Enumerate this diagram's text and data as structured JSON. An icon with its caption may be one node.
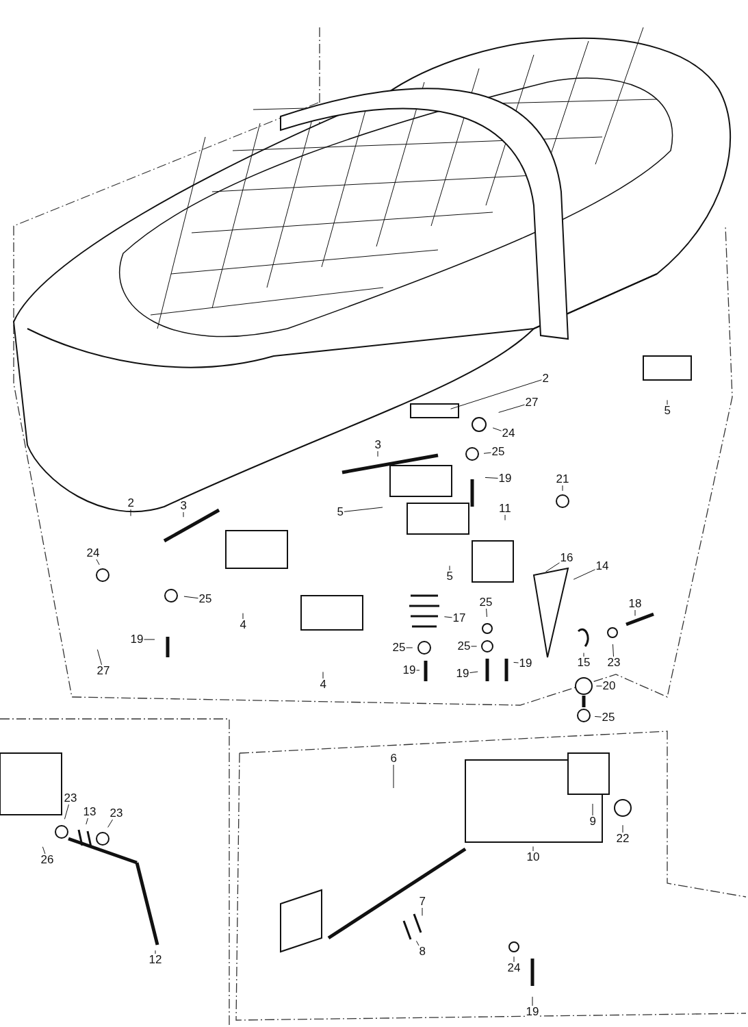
{
  "diagram": {
    "nodes": [
      {
        "text": [
          "2"
        ]
      },
      {
        "text": [
          "27"
        ]
      },
      {
        "text": [
          "5"
        ]
      },
      {
        "text": [
          "24"
        ]
      },
      {
        "text": [
          "3"
        ]
      },
      {
        "text": [
          "25"
        ]
      },
      {
        "text": [
          "19"
        ]
      },
      {
        "text": [
          "21"
        ]
      },
      {
        "text": [
          "2"
        ]
      },
      {
        "text": [
          "3"
        ]
      },
      {
        "text": [
          "5"
        ]
      },
      {
        "text": [
          "11"
        ]
      },
      {
        "text": [
          "24"
        ]
      },
      {
        "text": [
          "16"
        ]
      },
      {
        "text": [
          "14"
        ]
      },
      {
        "text": [
          "5"
        ]
      },
      {
        "text": [
          "25"
        ]
      },
      {
        "text": [
          "17"
        ]
      },
      {
        "text": [
          "25"
        ]
      },
      {
        "text": [
          "18"
        ]
      },
      {
        "text": [
          "4"
        ]
      },
      {
        "text": [
          "19"
        ]
      },
      {
        "text": [
          "27"
        ]
      },
      {
        "text": [
          "25"
        ]
      },
      {
        "text": [
          "25"
        ]
      },
      {
        "text": [
          "15"
        ]
      },
      {
        "text": [
          "23"
        ]
      },
      {
        "text": [
          "19"
        ]
      },
      {
        "text": [
          "19"
        ]
      },
      {
        "text": [
          "19"
        ]
      },
      {
        "text": [
          "4"
        ]
      },
      {
        "text": [
          "20"
        ]
      },
      {
        "text": [
          "25"
        ]
      },
      {
        "text": [
          "6"
        ]
      },
      {
        "text": [
          "23"
        ]
      },
      {
        "text": [
          "13"
        ]
      },
      {
        "text": [
          "23"
        ]
      },
      {
        "text": [
          "22"
        ]
      },
      {
        "text": [
          "9"
        ]
      },
      {
        "text": [
          "10"
        ]
      },
      {
        "text": [
          "26"
        ]
      },
      {
        "text": [
          "7"
        ]
      },
      {
        "text": [
          "8"
        ]
      },
      {
        "text": [
          "12"
        ]
      },
      {
        "text": [
          "24"
        ]
      },
      {
        "text": [
          "19"
        ]
      }
    ],
    "edges": [
      {
        "from": 0,
        "to": null,
        "arrow": "none"
      },
      {
        "from": 1,
        "to": null,
        "arrow": "none"
      },
      {
        "from": 2,
        "to": null,
        "arrow": "none"
      },
      {
        "from": 3,
        "to": null,
        "arrow": "none"
      },
      {
        "from": 4,
        "to": null,
        "arrow": "none"
      },
      {
        "from": 5,
        "to": null,
        "arrow": "none"
      },
      {
        "from": 6,
        "to": null,
        "arrow": "none"
      },
      {
        "from": 7,
        "to": null,
        "arrow": "none"
      },
      {
        "from": 8,
        "to": null,
        "arrow": "none"
      },
      {
        "from": 9,
        "to": null,
        "arrow": "none"
      },
      {
        "from": 10,
        "to": null,
        "arrow": "none"
      },
      {
        "from": 11,
        "to": null,
        "arrow": "none"
      },
      {
        "from": 12,
        "to": null,
        "arrow": "none"
      },
      {
        "from": 13,
        "to": null,
        "arrow": "none"
      },
      {
        "from": 14,
        "to": null,
        "arrow": "none"
      },
      {
        "from": 15,
        "to": null,
        "arrow": "none"
      },
      {
        "from": 16,
        "to": null,
        "arrow": "none"
      },
      {
        "from": 17,
        "to": null,
        "arrow": "none"
      },
      {
        "from": 18,
        "to": null,
        "arrow": "none"
      },
      {
        "from": 19,
        "to": null,
        "arrow": "none"
      },
      {
        "from": 20,
        "to": null,
        "arrow": "none"
      },
      {
        "from": 21,
        "to": null,
        "arrow": "none"
      },
      {
        "from": 22,
        "to": null,
        "arrow": "none"
      },
      {
        "from": 23,
        "to": null,
        "arrow": "none"
      },
      {
        "from": 24,
        "to": null,
        "arrow": "none"
      },
      {
        "from": 25,
        "to": null,
        "arrow": "none"
      },
      {
        "from": 26,
        "to": null,
        "arrow": "none"
      },
      {
        "from": 27,
        "to": null,
        "arrow": "none"
      },
      {
        "from": 28,
        "to": null,
        "arrow": "none"
      },
      {
        "from": 29,
        "to": null,
        "arrow": "none"
      },
      {
        "from": 30,
        "to": null,
        "arrow": "none"
      },
      {
        "from": 31,
        "to": null,
        "arrow": "none"
      },
      {
        "from": 32,
        "to": null,
        "arrow": "none"
      },
      {
        "from": 33,
        "to": null,
        "arrow": "none"
      },
      {
        "from": 34,
        "to": null,
        "arrow": "none"
      },
      {
        "from": 35,
        "to": null,
        "arrow": "none"
      },
      {
        "from": 36,
        "to": null,
        "arrow": "none"
      },
      {
        "from": 37,
        "to": null,
        "arrow": "none"
      },
      {
        "from": 38,
        "to": null,
        "arrow": "none"
      },
      {
        "from": 39,
        "to": null,
        "arrow": "none"
      },
      {
        "from": 40,
        "to": null,
        "arrow": "none"
      },
      {
        "from": 41,
        "to": null,
        "arrow": "none"
      },
      {
        "from": 42,
        "to": null,
        "arrow": "none"
      },
      {
        "from": 43,
        "to": null,
        "arrow": "none"
      },
      {
        "from": 44,
        "to": null,
        "arrow": "none"
      },
      {
        "from": 45,
        "to": null,
        "arrow": "none"
      }
    ]
  }
}
